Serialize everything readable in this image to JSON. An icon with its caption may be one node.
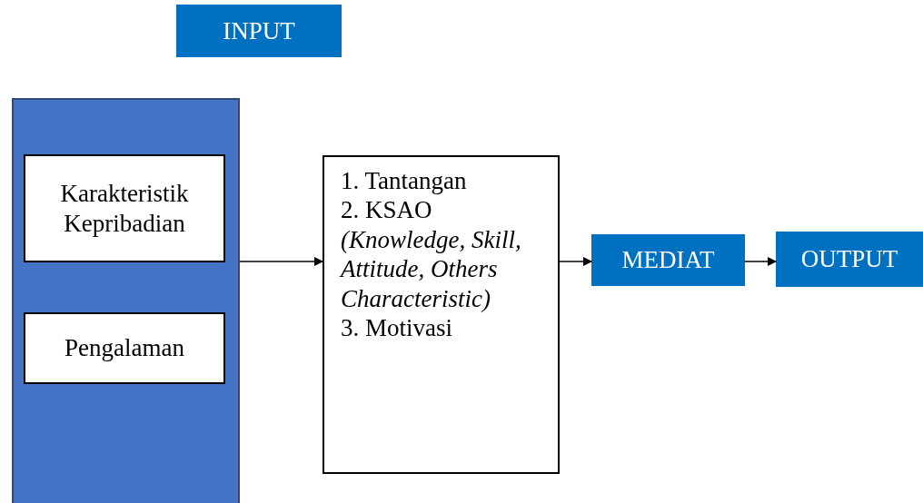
{
  "diagram": {
    "nodes": [
      {
        "text": [
          "INPUT"
        ]
      },
      {
        "text": [],
        "shape": "box"
      },
      {
        "text": [
          "Karakteristik Kepribadian"
        ],
        "in": 1
      },
      {
        "text": [
          "Pengalaman"
        ],
        "in": 1
      },
      {
        "text": [
          "1. Tantangan",
          "2. KSAO *(Knowledge, Skill, Attitude, Others Characteristic)*",
          "3. Motivasi"
        ]
      },
      {
        "text": [
          "MEDIAT"
        ]
      },
      {
        "text": [
          "OUTPUT"
        ]
      }
    ],
    "edges": [
      {
        "from": 1,
        "to": 4,
        "arrow": "to"
      },
      {
        "from": 4,
        "to": 5,
        "arrow": "to"
      },
      {
        "from": 5,
        "to": 6,
        "arrow": "to"
      }
    ]
  }
}
